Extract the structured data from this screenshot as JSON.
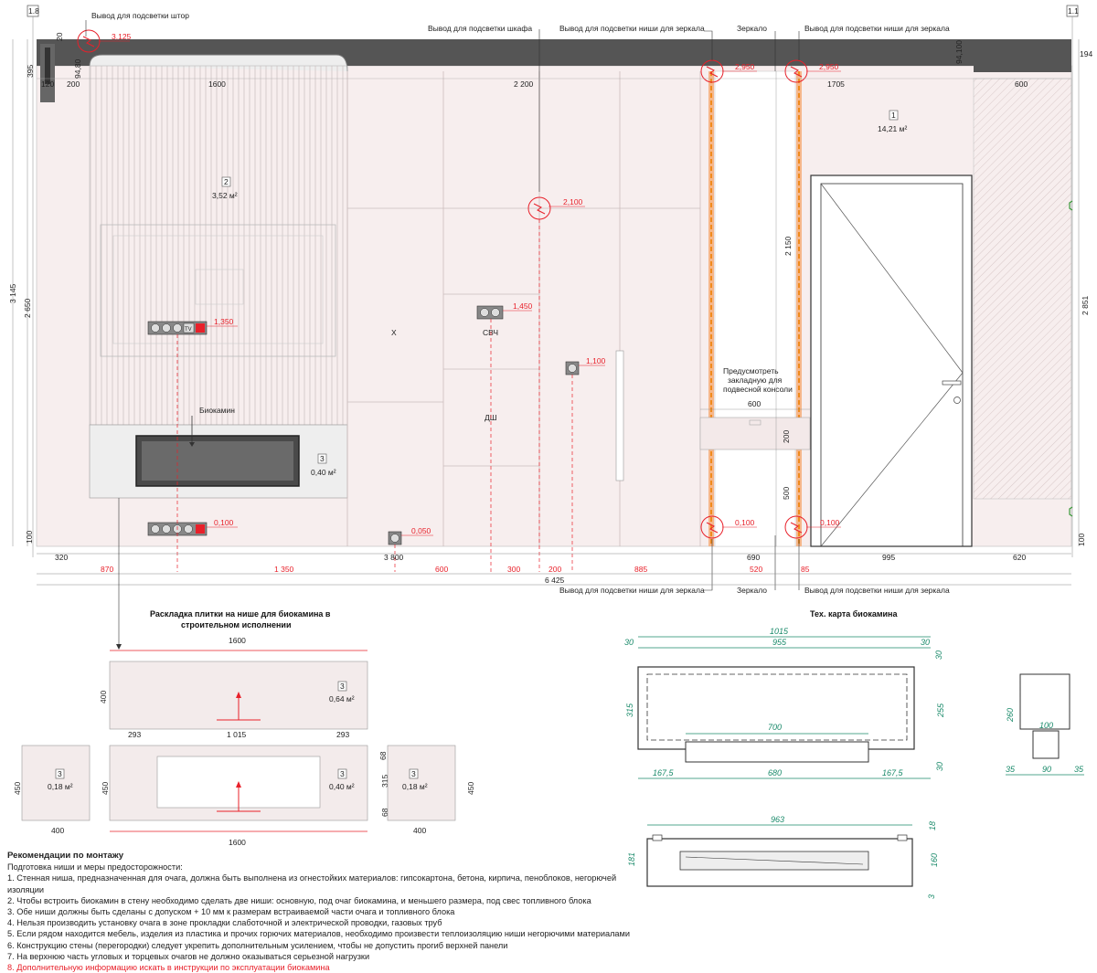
{
  "marks": {
    "left_top": "1.8",
    "right_top": "1.1"
  },
  "leaders": {
    "curtain": "Вывод для подсветки штор",
    "cabinet": "Вывод для подсветки шкафа",
    "mirror_niche_l": "Вывод для подсветки ниши для зеркала",
    "mirror_top": "Зеркало",
    "mirror_niche_r": "Вывод для подсветки ниши для зеркала",
    "mirror_niche_bl": "Вывод для подсветки ниши для зеркала",
    "mirror_bottom": "Зеркало",
    "mirror_niche_br": "Вывод для подсветки ниши для зеркала",
    "console": [
      "Предусмотреть",
      "закладную для",
      "подвесной консоли"
    ],
    "biokamin": "Биокамин"
  },
  "heights": {
    "h_3125": "3,125",
    "h_2950a": "2,950",
    "h_2950b": "2,950",
    "h_2100": "2,100",
    "h_1450": "1,450",
    "h_1350": "1,350",
    "h_1100": "1,100",
    "h_0100a": "0,100",
    "h_0050": "0,050",
    "h_0100b": "0,100",
    "h_0100c": "0,100"
  },
  "dims": {
    "top": [
      "200",
      "1600",
      "2 200",
      "1705",
      "600"
    ],
    "left": [
      "20",
      "94,80",
      "120",
      "395",
      "3 145",
      "2 650",
      "100"
    ],
    "right": [
      "194",
      "94,100",
      "2 851",
      "100"
    ],
    "mid_v": [
      "2 150",
      "200",
      "500"
    ],
    "console_w": "600",
    "row1": [
      "320",
      "3 800",
      "690",
      "995",
      "620"
    ],
    "row2": [
      "870",
      "1 350",
      "600",
      "300",
      "200",
      "885",
      "520",
      "85"
    ],
    "total": "6 425"
  },
  "areas": [
    {
      "num": "1",
      "area": "14,21 м²"
    },
    {
      "num": "2",
      "area": "3,52 м²"
    },
    {
      "num": "3",
      "area": "0,40 м²"
    }
  ],
  "labels": {
    "x": "X",
    "svch": "СВЧ",
    "dsh": "ДШ",
    "tv": "TV"
  },
  "tile": {
    "title": [
      "Раскладка плитки на нише для биокамина в",
      "строительном исполнении"
    ],
    "top_w": "1600",
    "top_h": "400",
    "top_area": "0,64 м²",
    "top_num": "3",
    "mid": [
      "293",
      "1 015",
      "293"
    ],
    "left_h": "450",
    "left_area": "0,18 м²",
    "left_num": "3",
    "left_w": "400",
    "center_h": "450",
    "center_area": "0,40 м²",
    "center_num": "3",
    "right_area": "0,18 м²",
    "right_num": "3",
    "right_h": "450",
    "right_w": "400",
    "inner_v": [
      "68",
      "315",
      "68"
    ],
    "bottom_w": "1600"
  },
  "tech": {
    "title": "Тех. карта биокамина",
    "front": [
      "1015",
      "955",
      "30",
      "30",
      "30",
      "30",
      "315",
      "255",
      "700",
      "167,5",
      "680",
      "167,5"
    ],
    "side": [
      "260",
      "100",
      "35",
      "90",
      "35"
    ],
    "plan": [
      "963",
      "18",
      "181",
      "160",
      "3"
    ]
  },
  "notes": {
    "title": "Рекомендации по монтажу",
    "lines": [
      "Подготовка ниши и меры предосторожности:",
      "1. Стенная ниша, предназначенная для очага, должна быть выполнена из огнестойких материалов: гипсокартона, бетона, кирпича, пеноблоков, негорючей изоляции",
      "2. Чтобы встроить биокамин в стену необходимо сделать две ниши: основную, под очаг биокамина, и меньшего размера, под свес топливного блока",
      "3. Обе ниши должны быть сделаны с допуском + 10 мм к размерам встраиваемой части очага и топливного блока",
      "4. Нельзя производить установку очага в зоне прокладки слаботочной и электрической проводки, газовых труб",
      "5. Если рядом находится мебель, изделия из пластика и прочих горючих материалов, необходимо произвести теплоизоляцию ниши негорючими материалами",
      "6. Конструкцию стены (перегородки) следует укрепить дополнительным усилением, чтобы не допустить прогиб верхней панели",
      "7. На верхнюю часть угловых и торцевых очагов не должно оказываться серьезной нагрузки"
    ],
    "red_line": "8. Дополнительную информацию искать в инструкции по эксплуатации биокамина"
  },
  "colors": {
    "red": "#e8202a",
    "orange": "#f08a1c",
    "green": "#1a8a6a",
    "dark": "#444444",
    "wall": "#f7eeee"
  }
}
